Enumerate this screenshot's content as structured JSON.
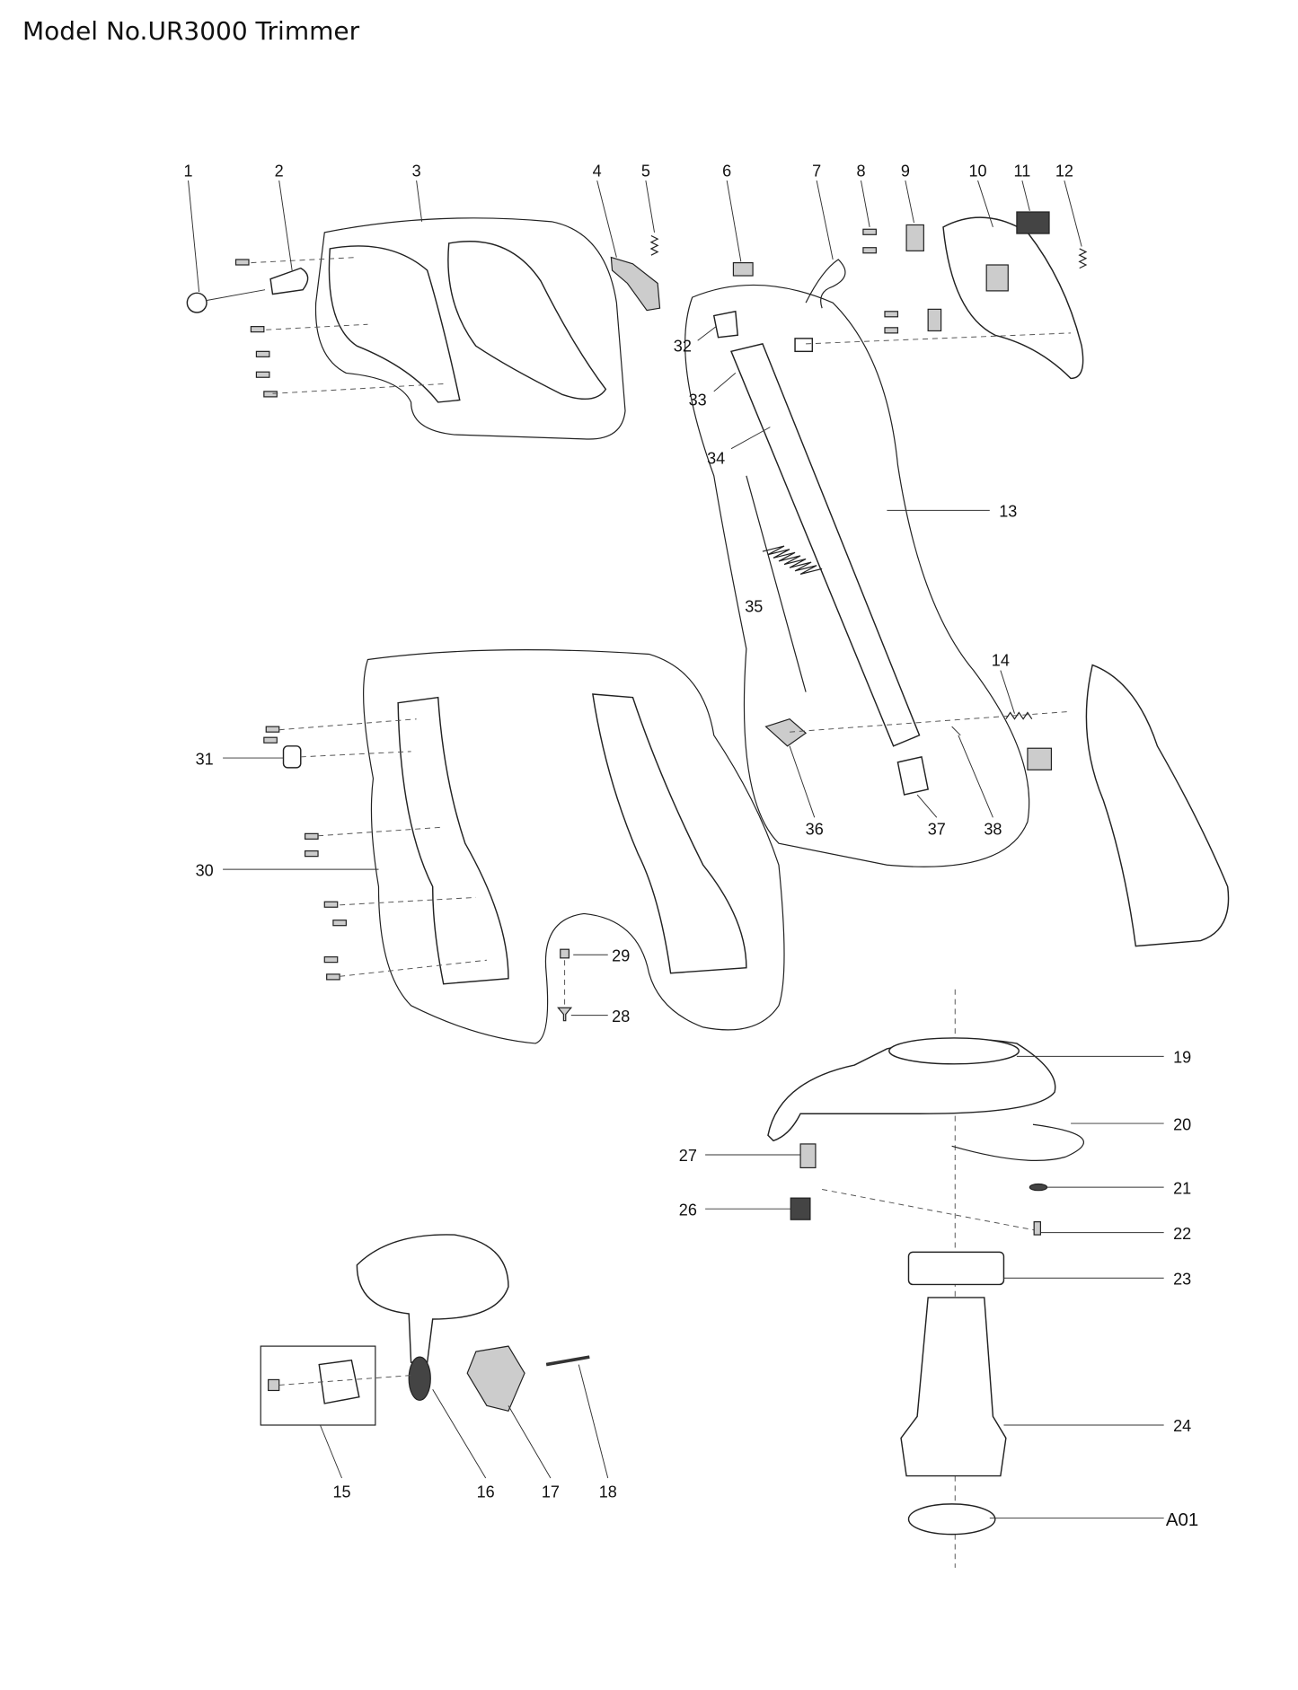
{
  "title": "Model No.UR3000 Trimmer",
  "parts": {
    "p1": "1",
    "p2": "2",
    "p3": "3",
    "p4": "4",
    "p5": "5",
    "p6": "6",
    "p7": "7",
    "p8": "8",
    "p9": "9",
    "p10": "10",
    "p11": "11",
    "p12": "12",
    "p13": "13",
    "p14": "14",
    "p15": "15",
    "p16": "16",
    "p17": "17",
    "p18": "18",
    "p19": "19",
    "p20": "20",
    "p21": "21",
    "p22": "22",
    "p23": "23",
    "p24": "24",
    "p26": "26",
    "p27": "27",
    "p28": "28",
    "p29": "29",
    "p30": "30",
    "p31": "31",
    "p32": "32",
    "p33": "33",
    "p34": "34",
    "p35": "35",
    "p36": "36",
    "p37": "37",
    "p38": "38",
    "pA01": "A01"
  }
}
